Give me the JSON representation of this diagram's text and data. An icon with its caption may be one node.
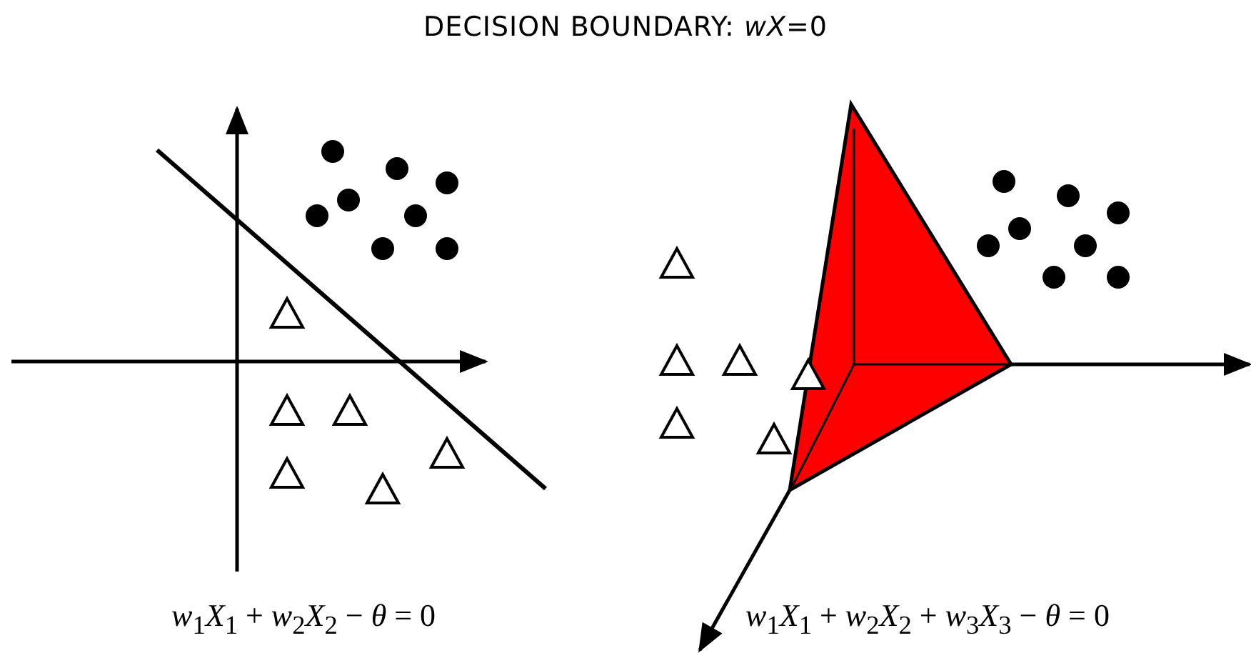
{
  "diagram": {
    "title": "DECISION BOUNDARY: *wX*=0",
    "labels": [
      "*w*$_{1}$*X*$_{1}$ + *w*$_{2}$*X*$_{2}$ − *θ* = 0",
      "*w*$_{1}$*X*$_{1}$ + *w*$_{2}$*X*$_{2}$ + *w*$_{3}$*X*$_{3}$ − *θ* = 0"
    ]
  }
}
